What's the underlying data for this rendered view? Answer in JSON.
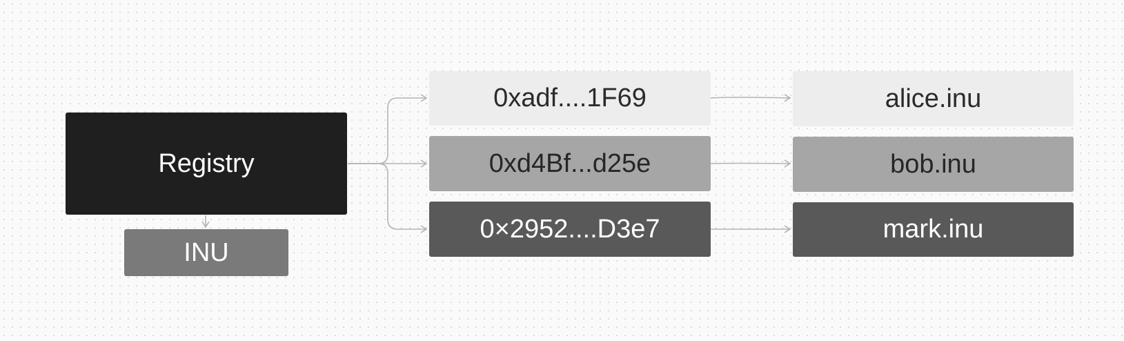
{
  "diagram": {
    "registry": {
      "label": "Registry"
    },
    "token": {
      "label": "INU"
    },
    "addresses": [
      {
        "label": "0xadf....1F69"
      },
      {
        "label": "0xd4Bf...d25e"
      },
      {
        "label": "0×2952....D3e7"
      }
    ],
    "names": [
      {
        "label": "alice.inu"
      },
      {
        "label": "bob.inu"
      },
      {
        "label": "mark.inu"
      }
    ]
  },
  "colors": {
    "background": "#fafafa",
    "registry_fill": "#1f1f1f",
    "token_fill": "#7a7a7a",
    "row_1_fill": "#ededed",
    "row_2_fill": "#a6a6a6",
    "row_3_fill": "#595959",
    "connector": "#b3b3b3"
  }
}
